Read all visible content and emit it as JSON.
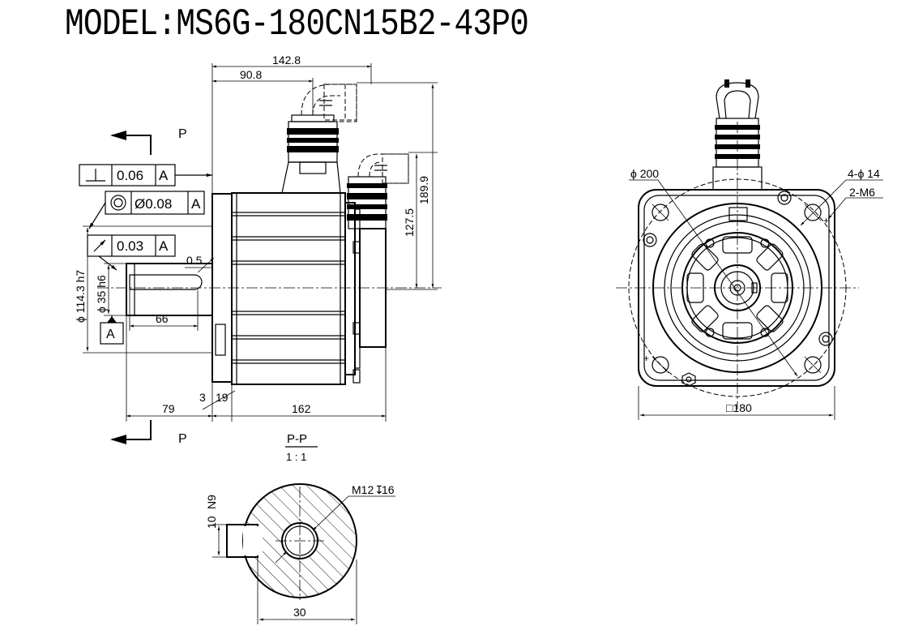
{
  "title": "MODEL:MS6G-180CN15B2-43P0",
  "dims": {
    "d142": "142.8",
    "d90": "90.8",
    "d189": "189.9",
    "d127": "127.5",
    "d05": "0.5",
    "d66": "66",
    "d79": "79",
    "d3": "3",
    "d19": "19",
    "d162": "162",
    "d1143": "ϕ 114.3  h7",
    "d35": "ϕ 35  h6",
    "pcd": "ϕ 200",
    "holes": "4-ϕ 14",
    "m6": "2-M6",
    "sq": "□180",
    "keyN9": "N9",
    "d10": "10",
    "d30": "30",
    "thread": "M12",
    "threadDepth": "16"
  },
  "tolerance": {
    "perp": "0.06",
    "conc": "Ø0.08",
    "runout": "0.03",
    "datum": "A"
  },
  "section": {
    "mark": "P",
    "name": "P-P",
    "scale": "1 : 1"
  }
}
